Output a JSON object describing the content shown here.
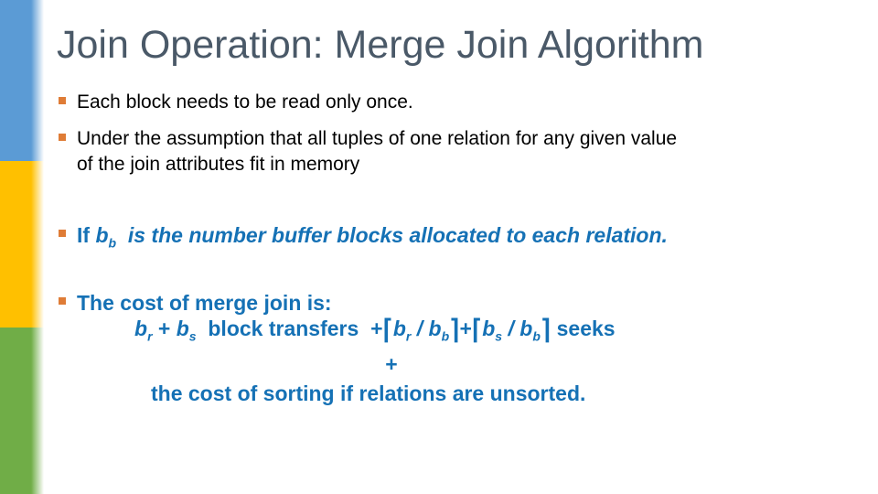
{
  "colors": {
    "sidebar_blue": "#5B9BD5",
    "sidebar_yellow": "#FFC000",
    "sidebar_green": "#70AD47",
    "title_gray": "#4A5968",
    "body_black": "#000000",
    "accent_blue": "#1571B5",
    "bullet_orange": "#DF7C36"
  },
  "slide": {
    "title": "Join Operation: Merge Join Algorithm",
    "bullet1": "Each block needs to be read only once.",
    "bullet2_line1": "Under the assumption that all tuples of one relation for any given value",
    "bullet2_line2": "of the join attributes fit in memory",
    "bullet3": {
      "prefix": "If ",
      "var_base": "b",
      "var_sub": "b",
      "rest": "  is the number buffer blocks allocated to each relation."
    },
    "bullet4": "The cost of merge join is:",
    "formula": {
      "t1_base": "b",
      "t1_sub": "r",
      "plus1": " + ",
      "t2_base": "b",
      "t2_sub": "s",
      "transfers_label": "  block transfers  ",
      "plus_op": "+",
      "lceil": "⌈",
      "rceil": "⌉",
      "n1_base": "b",
      "n1_sub": "r",
      "slash": " / ",
      "d1_base": "b",
      "d1_sub": "b",
      "n2_base": "b",
      "n2_sub": "s",
      "d2_base": "b",
      "d2_sub": "b",
      "seeks_label": " seeks"
    },
    "plus_line": "+",
    "sort_line": "the cost of sorting if relations are unsorted."
  }
}
